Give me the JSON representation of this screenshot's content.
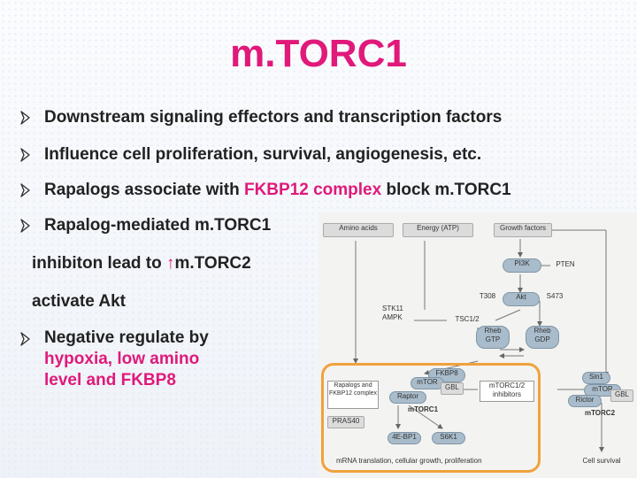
{
  "slide": {
    "title": "m.TORC1",
    "bullets": [
      {
        "text": "Downstream signaling effectors and transcription factors"
      },
      {
        "text": "Influence cell proliferation, survival, angiogenesis, etc."
      },
      {
        "pre": "Rapalogs associate with ",
        "highlight": "FKBP12 complex",
        "post": " block m.TORC1"
      },
      {
        "line1": "Rapalog-mediated m.TORC1",
        "line2_pre": "inhibiton lead to ",
        "arrow": "↑",
        "line2_post": "m.TORC2",
        "line3": "activate Akt"
      },
      {
        "line1": "Negative regulate by",
        "line2": "hypoxia, low amino",
        "line3": "level and FKBP8"
      }
    ]
  },
  "diagram": {
    "amino_acids": "Amino acids",
    "energy": "Energy (ATP)",
    "growth_factors": "Growth factors",
    "pi3k": "PI3K",
    "pten": "PTEN",
    "t308": "T308",
    "akt": "Akt",
    "s473": "S473",
    "stk11": "STK11",
    "ampk": "AMPK",
    "tsc": "TSC1/2",
    "rheb1": "Rheb",
    "gtp": "GTP",
    "rheb2": "Rheb",
    "gdp": "GDP",
    "fkbp8": "FKBP8",
    "rapalogs": "Rapalogs and FKBP12 complex",
    "mtor1": "mTOR",
    "gbl1": "GBL",
    "raptor": "Raptor",
    "mtorc1": "mTORC1",
    "inhibitors": "mTORC1/2 inhibitors",
    "sin1": "Sin1",
    "mtor2": "mTOR",
    "gbl2": "GBL",
    "rictor": "Rictor",
    "mtorc2": "mTORC2",
    "pras40": "PRAS40",
    "ebp1": "4E-BP1",
    "s6k1": "S6K1",
    "mrna": "mRNA translation, cellular growth, proliferation",
    "cell_survival": "Cell survival"
  },
  "colors": {
    "title": "#e0197a",
    "highlight": "#e0197a",
    "frame": "#f0a23c"
  }
}
